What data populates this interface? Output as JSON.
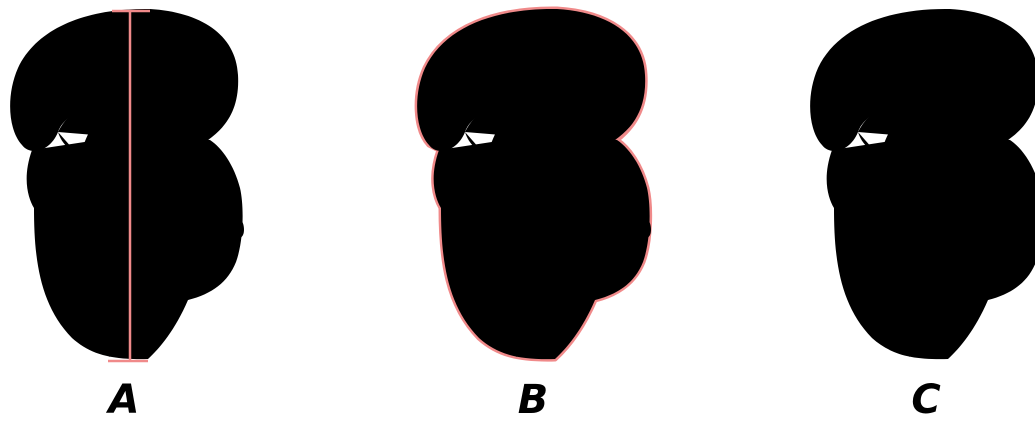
{
  "panels": [
    {
      "label": "A",
      "mode": "measured-height"
    },
    {
      "label": "B",
      "mode": "outlined-perimeter"
    },
    {
      "label": "C",
      "mode": "filled-area"
    }
  ],
  "colors": {
    "background": "#ffffff",
    "shell": "#f0f0f0",
    "stroke": "#1a1a1a",
    "aperture": "#242424",
    "highlight": "#f08a8a",
    "fill_pink": "#f9bfbf",
    "aperture_tinted": "#8f5b5b",
    "label": "#000000"
  }
}
